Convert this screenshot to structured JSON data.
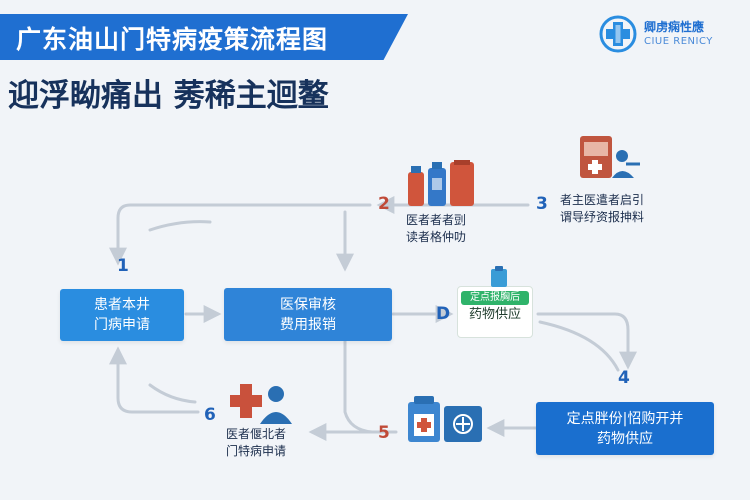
{
  "header": {
    "title": "广东油山门特病疫策流程图",
    "subtitle": "迎浮眑痛出 莠稀主迴鳌",
    "logo_name": "卿虏痫性應",
    "logo_sub": "CIUE RENICY"
  },
  "steps": {
    "patient": {
      "line1": "患者本井",
      "line2": "门病申请"
    },
    "review": {
      "line1": "医保审核",
      "line2": "费用报销"
    },
    "pharmacy": {
      "line1": "定点胖份|怊购开并",
      "line2": "药物供应"
    },
    "green_tag": {
      "chip": "定点报胸后",
      "text": "药物供应"
    }
  },
  "numbers": {
    "n1": "1",
    "n2": "2",
    "n3": "3",
    "n4": "4",
    "n5": "5",
    "n6": "6",
    "nd": "D"
  },
  "captions": {
    "c2": {
      "line1": "医者者者剅",
      "line2": "读者格仲叻"
    },
    "c3": {
      "line1": "者主医遣者启引",
      "line2": "谓导纾资报抻料"
    },
    "c6": {
      "line1": "医者偃北者",
      "line2": "门特病申请"
    }
  },
  "colors": {
    "primary": "#1f6fd1",
    "box": "#2a8de0",
    "accent_red": "#c04a38",
    "accent_green": "#2fb36a",
    "arrow": "#c4ccd6"
  }
}
